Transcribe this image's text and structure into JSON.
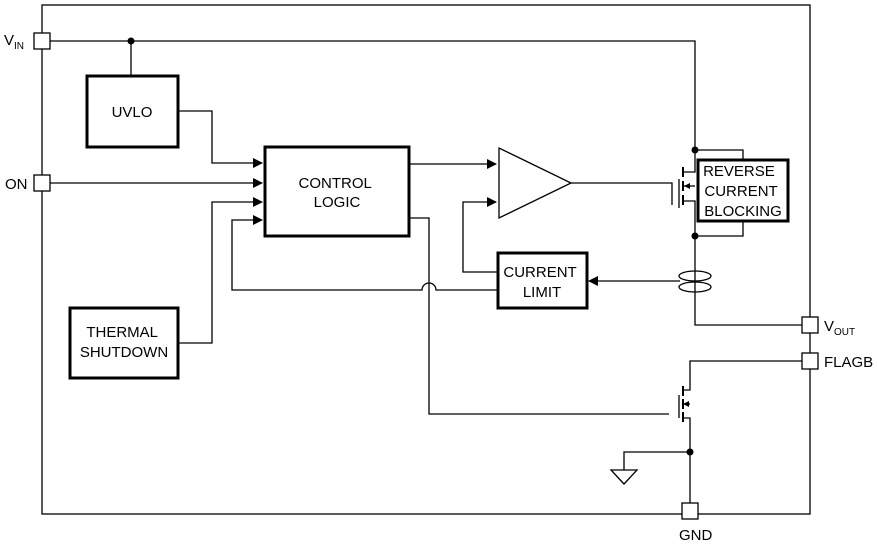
{
  "pins": {
    "vin": {
      "main": "V",
      "sub": "IN"
    },
    "on": "ON",
    "vout": {
      "main": "V",
      "sub": "OUT"
    },
    "flagb": "FLAGB",
    "gnd": "GND"
  },
  "blocks": {
    "uvlo": "UVLO",
    "control_logic": [
      "CONTROL",
      "LOGIC"
    ],
    "thermal_shutdown": [
      "THERMAL",
      "SHUTDOWN"
    ],
    "current_limit": [
      "CURRENT",
      "LIMIT"
    ],
    "reverse_current_blocking": [
      "REVERSE",
      "CURRENT",
      "BLOCKING"
    ]
  },
  "symbols": {
    "amplifier": "triangle-amplifier-icon",
    "power_mosfet": "pmos-transistor-icon",
    "flag_mosfet": "nmos-transistor-icon",
    "current_sense": "current-sense-coil-icon",
    "ground": "ground-icon"
  }
}
